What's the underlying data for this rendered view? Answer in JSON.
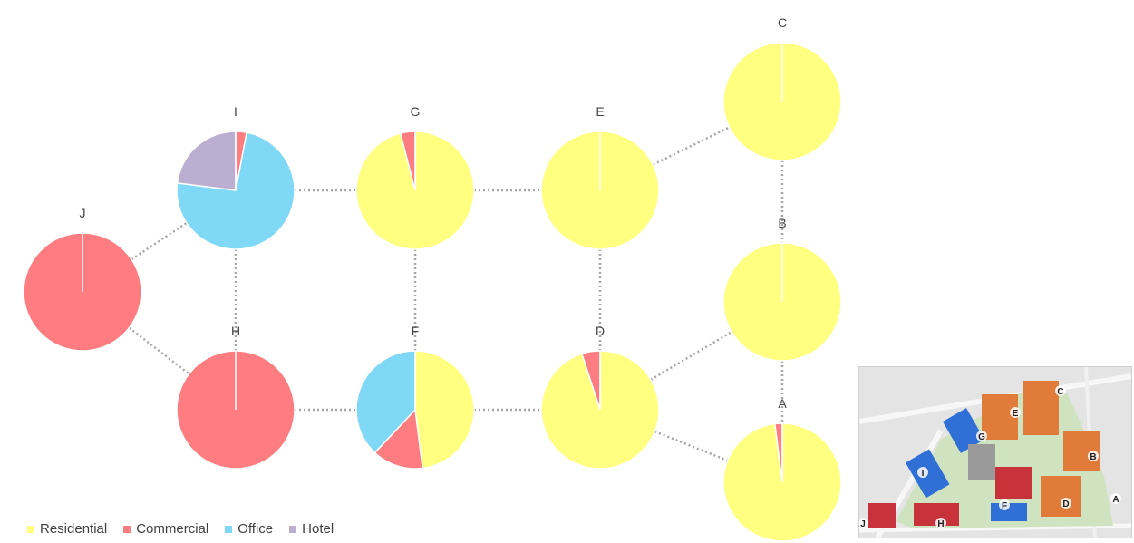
{
  "colors": {
    "Residential": "#ffff80",
    "Commercial": "#ff7c80",
    "Office": "#7fd8f5",
    "Hotel": "#bbaed1",
    "connector": "#a6a6a6"
  },
  "chart_data": {
    "type": "pie",
    "categories": [
      "Residential",
      "Commercial",
      "Office",
      "Hotel"
    ],
    "legend_position": "bottom-left",
    "pies": [
      {
        "label": "J",
        "values": [
          0,
          100,
          0,
          0
        ]
      },
      {
        "label": "I",
        "values": [
          0,
          3,
          74,
          23
        ]
      },
      {
        "label": "H",
        "values": [
          0,
          100,
          0,
          0
        ]
      },
      {
        "label": "G",
        "values": [
          96,
          4,
          0,
          0
        ]
      },
      {
        "label": "F",
        "values": [
          48,
          14,
          38,
          0
        ]
      },
      {
        "label": "E",
        "values": [
          100,
          0,
          0,
          0
        ]
      },
      {
        "label": "D",
        "values": [
          95,
          5,
          0,
          0
        ]
      },
      {
        "label": "C",
        "values": [
          100,
          0,
          0,
          0
        ]
      },
      {
        "label": "B",
        "values": [
          100,
          0,
          0,
          0
        ]
      },
      {
        "label": "A",
        "values": [
          98,
          2,
          0,
          0
        ]
      }
    ],
    "connections": [
      [
        "J",
        "I"
      ],
      [
        "J",
        "H"
      ],
      [
        "I",
        "G"
      ],
      [
        "G",
        "E"
      ],
      [
        "E",
        "C"
      ],
      [
        "H",
        "F"
      ],
      [
        "F",
        "D"
      ],
      [
        "D",
        "B"
      ],
      [
        "D",
        "A"
      ],
      [
        "I",
        "H"
      ],
      [
        "G",
        "F"
      ],
      [
        "E",
        "D"
      ],
      [
        "C",
        "B"
      ],
      [
        "B",
        "A"
      ]
    ]
  },
  "legend": {
    "items": [
      {
        "label": "Residential",
        "color_key": "Residential"
      },
      {
        "label": "Commercial",
        "color_key": "Commercial"
      },
      {
        "label": "Office",
        "color_key": "Office"
      },
      {
        "label": "Hotel",
        "color_key": "Hotel"
      }
    ]
  },
  "site_map": {
    "block_labels": [
      "A",
      "B",
      "C",
      "D",
      "E",
      "F",
      "G",
      "H",
      "I",
      "J"
    ]
  }
}
